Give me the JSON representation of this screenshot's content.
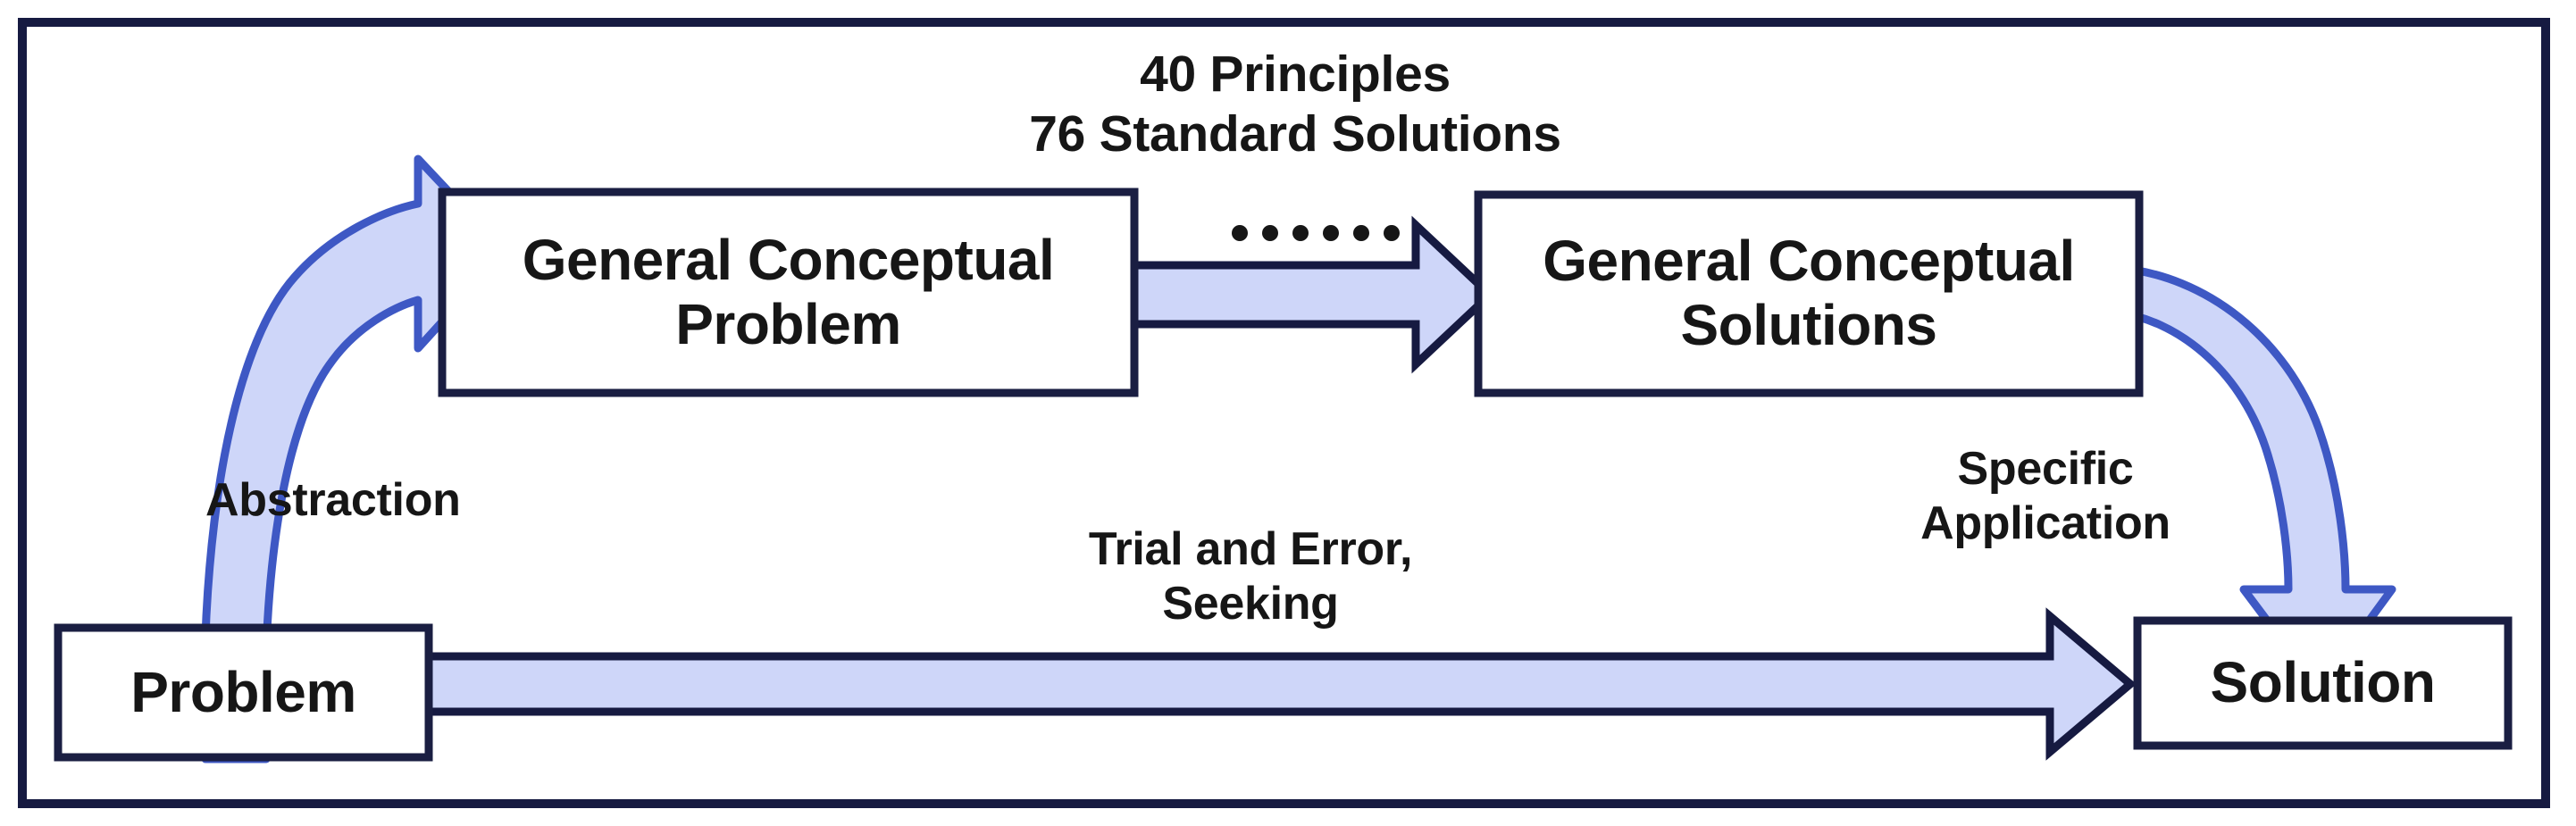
{
  "diagram": {
    "title": "TRIZ problem solving model",
    "colors": {
      "frame_border": "#161A41",
      "box_border": "#1A1E42",
      "box_fill": "#FFFFFF",
      "arrow_fill": "#CED6F9",
      "arrow_stroke_straight": "#161A41",
      "arrow_stroke_curved": "#3E58C4",
      "text": "#161616",
      "background": "#FFFFFF"
    },
    "nodes": [
      {
        "id": "general-conceptual-problem",
        "label": "General Conceptual\nProblem"
      },
      {
        "id": "general-conceptual-solutions",
        "label": "General Conceptual\nSolutions"
      },
      {
        "id": "problem",
        "label": "Problem"
      },
      {
        "id": "solution",
        "label": "Solution"
      }
    ],
    "node_labels": {
      "general_conceptual_problem": "General Conceptual Problem",
      "general_conceptual_solutions": "General Conceptual Solutions",
      "problem": "Problem",
      "solution": "Solution"
    },
    "edges": [
      {
        "id": "abstraction",
        "from": "problem",
        "to": "general-conceptual-problem",
        "label": "Abstraction",
        "style": "curved-up"
      },
      {
        "id": "principles",
        "from": "general-conceptual-problem",
        "to": "general-conceptual-solutions",
        "label": "40 Principles\n76 Standard Solutions",
        "marker": "……",
        "style": "straight-right"
      },
      {
        "id": "specific-application",
        "from": "general-conceptual-solutions",
        "to": "solution",
        "label": "Specific Application",
        "style": "curved-down"
      },
      {
        "id": "trial-and-error",
        "from": "problem",
        "to": "solution",
        "label": "Trial and Error, Seeking",
        "style": "straight-right"
      }
    ],
    "edge_labels": {
      "principles_line1": "40 Principles",
      "principles_line2": "76 Standard Solutions",
      "principles_block": "40 Principles\n76 Standard Solutions",
      "dots": "……",
      "abstraction": "Abstraction",
      "trial_and_error": "Trial and Error,\nSeeking",
      "specific_application": "Specific\nApplication"
    }
  }
}
